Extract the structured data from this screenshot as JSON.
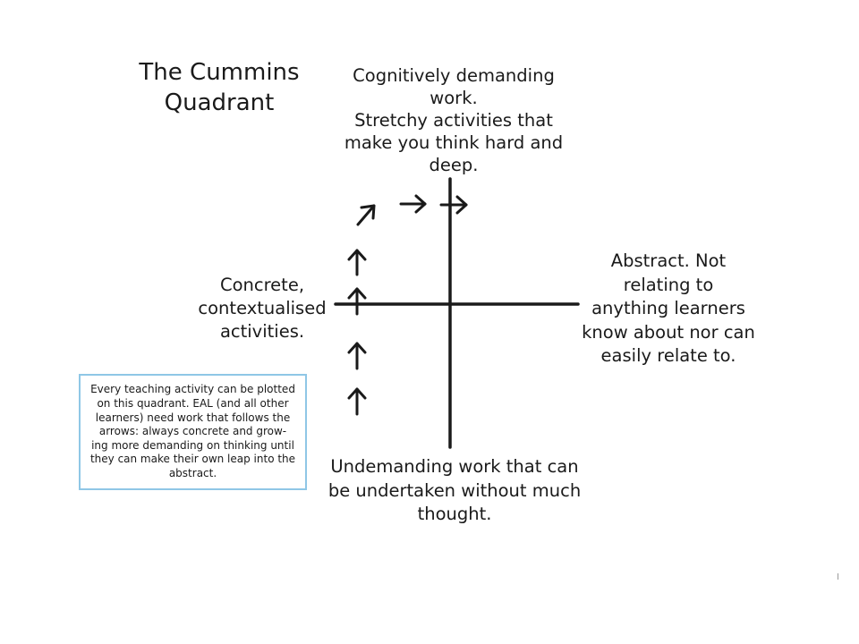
{
  "title": "The Cummins\nQuadrant",
  "top_label": [
    "Cognitively demanding",
    "work.",
    "Stretchy activities that",
    "make you think hard and",
    "deep."
  ],
  "left_label": [
    "Concrete,",
    "contextualised",
    "activities."
  ],
  "right_label": [
    "Abstract. Not",
    "relating to",
    "anything learners",
    "know about nor can",
    "easily relate to."
  ],
  "bottom_label": [
    "Undemanding  work that can",
    "be undertaken without much",
    "thought."
  ],
  "note_box": {
    "lines": [
      "Every teaching activity can be plotted",
      "on this quadrant. EAL (and all other",
      "learners) need work that follows the",
      "arrows: always concrete and grow-",
      "ing more demanding on thinking until",
      "they can make their own leap into the",
      "abstract."
    ],
    "border_color": "#8fc7e6"
  },
  "colors": {
    "ink": "#1a1a1a"
  }
}
